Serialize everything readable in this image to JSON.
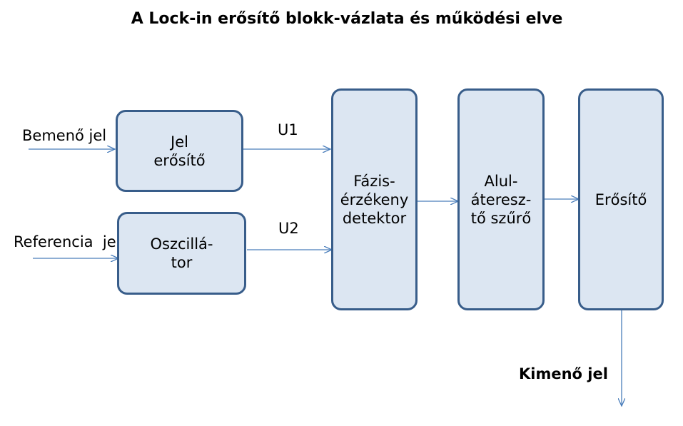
{
  "title": "A Lock-in erősítő blokk-vázlata és működési elve",
  "labels": {
    "input_signal": "Bemenő jel",
    "reference_signal": "Referencia  jel",
    "u1": "U1",
    "u2": "U2",
    "output_signal": "Kimenő jel"
  },
  "blocks": {
    "signal_amplifier": {
      "line1": "Jel",
      "line2": "erősítő"
    },
    "oscillator": {
      "line1": "Oszcillá-",
      "line2": "tor"
    },
    "phase_detector": {
      "line1": "Fázis-",
      "line2": "érzékeny",
      "line3": "detektor"
    },
    "lowpass_filter": {
      "line1": "Alul-",
      "line2": "áteresz-",
      "line3": "tő szűrő"
    },
    "amplifier": {
      "line1": "Erősítő"
    }
  },
  "colors": {
    "block_fill": "#dce6f2",
    "block_border": "#385d8a",
    "wire": "#4a7ebb"
  }
}
